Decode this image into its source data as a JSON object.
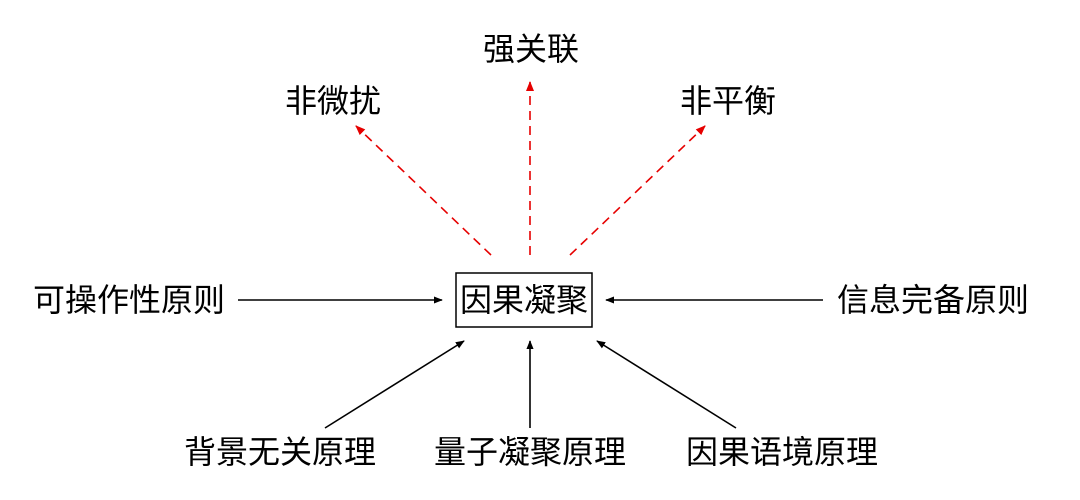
{
  "diagram": {
    "center": {
      "label": "因果凝聚"
    },
    "outcomes": [
      {
        "label": "非微扰"
      },
      {
        "label": "强关联"
      },
      {
        "label": "非平衡"
      }
    ],
    "side_principles": [
      {
        "label": "可操作性原则"
      },
      {
        "label": "信息完备原则"
      }
    ],
    "bottom_principles": [
      {
        "label": "背景无关原理"
      },
      {
        "label": "量子凝聚原理"
      },
      {
        "label": "因果语境原理"
      }
    ],
    "colors": {
      "outcome_arrow": "#e60000",
      "input_arrow": "#000000",
      "text": "#000000",
      "box_border": "#000000"
    }
  }
}
